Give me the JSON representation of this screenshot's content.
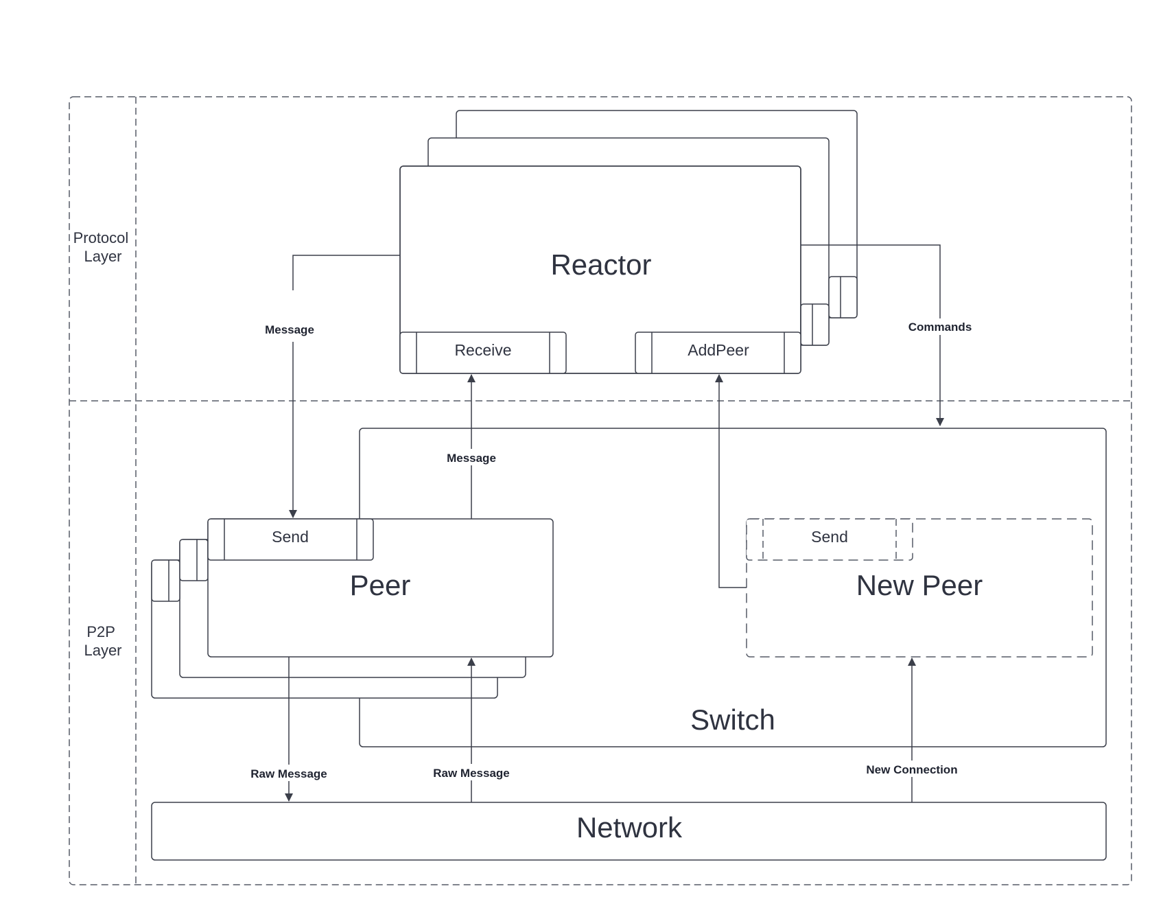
{
  "lanes": {
    "protocol": [
      "Protocol",
      "Layer"
    ],
    "p2p": [
      "P2P",
      "Layer"
    ]
  },
  "nodes": {
    "reactor": "Reactor",
    "receive": "Receive",
    "addpeer": "AddPeer",
    "switch": "Switch",
    "peer": "Peer",
    "peer_send": "Send",
    "new_peer": "New Peer",
    "new_peer_send": "Send",
    "network": "Network"
  },
  "edges": {
    "reactor_to_send": "Message",
    "peer_to_receive": "Message",
    "commands": "Commands",
    "peer_to_network": "Raw Message",
    "network_to_peer": "Raw Message",
    "new_connection": "New Connection"
  },
  "colors": {
    "stroke": "#3b3f4a",
    "text": "#2f3340"
  }
}
